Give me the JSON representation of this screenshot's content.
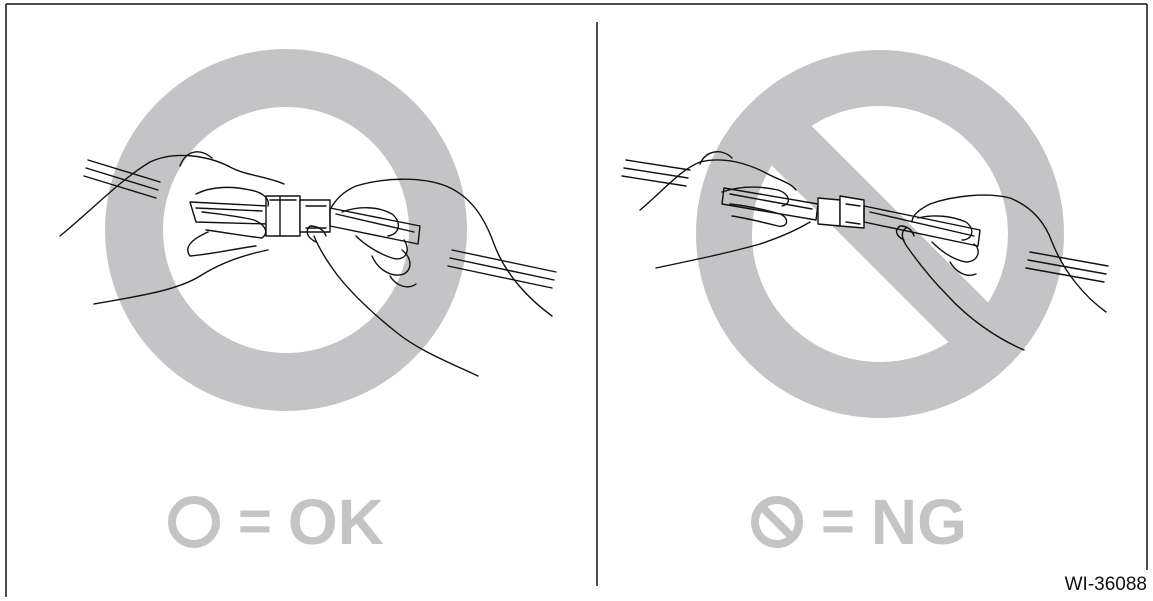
{
  "panels": [
    {
      "id": "correct",
      "symbol": "circle-icon",
      "equals": "=",
      "label": "OK"
    },
    {
      "id": "incorrect",
      "symbol": "prohibition-icon",
      "equals": "=",
      "label": "NG"
    }
  ],
  "figure_code": "WI-36088",
  "colors": {
    "symbol_gray": "#c4c4c6",
    "line": "#111111",
    "background": "#ffffff"
  }
}
